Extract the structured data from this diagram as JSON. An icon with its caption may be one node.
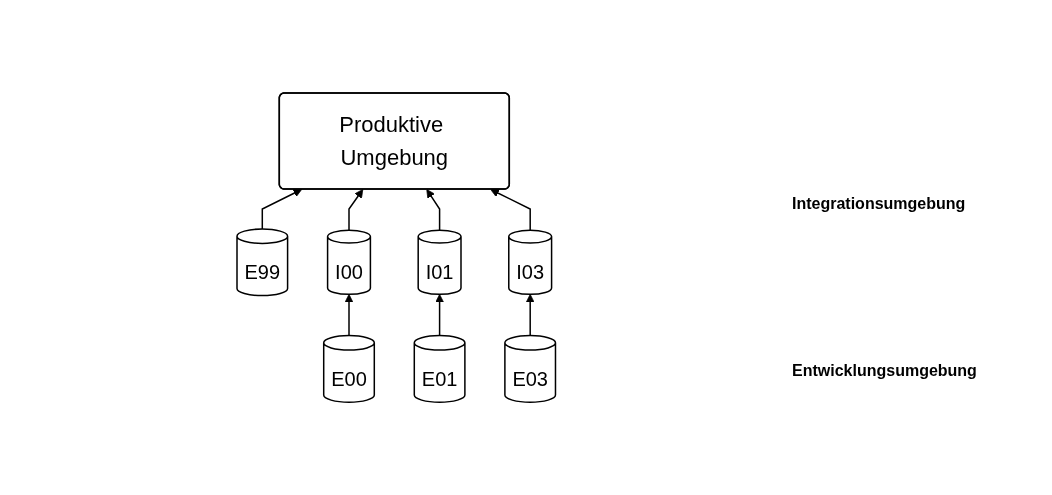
{
  "diagram": {
    "nodes": [
      {
        "text": [
          "Produktive Umgebung"
        ]
      },
      {
        "text": [
          "I00"
        ]
      },
      {
        "text": [
          "I01"
        ]
      },
      {
        "text": [
          "I03"
        ]
      },
      {
        "text": [
          "E99"
        ]
      },
      {
        "text": [
          "E00"
        ]
      },
      {
        "text": [
          "E01"
        ]
      },
      {
        "text": [
          "E03"
        ]
      }
    ],
    "edges": [
      {
        "from": 4,
        "to": 0,
        "arrow": "to"
      },
      {
        "from": 1,
        "to": 0,
        "arrow": "to"
      },
      {
        "from": 2,
        "to": 0,
        "arrow": "to"
      },
      {
        "from": 3,
        "to": 0,
        "arrow": "to"
      },
      {
        "from": 5,
        "to": 1,
        "arrow": "to"
      },
      {
        "from": 6,
        "to": 2,
        "arrow": "to"
      },
      {
        "from": 7,
        "to": 3,
        "arrow": "to"
      }
    ],
    "labels": [
      "Integrationsumgebung",
      "Entwicklungsumgebung"
    ]
  }
}
